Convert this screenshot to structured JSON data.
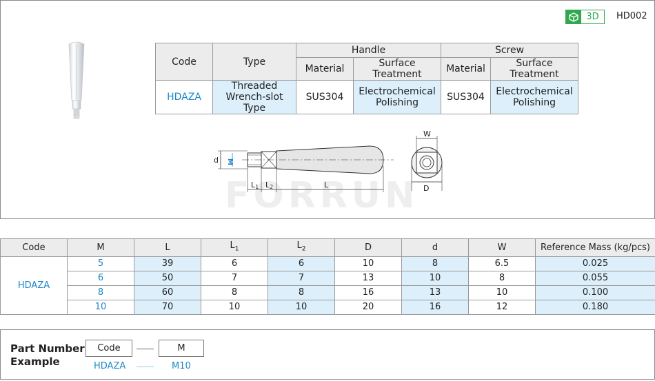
{
  "header": {
    "badge_label": "3D",
    "badge_icon": "cube-icon",
    "product_code": "HD002"
  },
  "spec_table": {
    "col_code": "Code",
    "col_type": "Type",
    "group_handle": "Handle",
    "group_screw": "Screw",
    "col_material": "Material",
    "col_surface": "Surface Treatment",
    "row": {
      "code": "HDAZA",
      "type_line1": "Threaded",
      "type_line2": "Wrench-slot Type",
      "handle_material": "SUS304",
      "handle_surface_line1": "Electrochemical",
      "handle_surface_line2": "Polishing",
      "screw_material": "SUS304",
      "screw_surface_line1": "Electrochemical",
      "screw_surface_line2": "Polishing"
    }
  },
  "drawing": {
    "label_d": "d",
    "label_M": "M",
    "label_L1": "L",
    "label_L1_sub": "1",
    "label_L2": "L",
    "label_L2_sub": "2",
    "label_L": "L",
    "label_W": "W",
    "label_D": "D",
    "watermark": "FORRUN"
  },
  "dim_table": {
    "headers": [
      "Code",
      "M",
      "L",
      "L",
      "L",
      "D",
      "d",
      "W",
      "Reference Mass (kg/pcs)"
    ],
    "header_subs": [
      "",
      "",
      "",
      "1",
      "2",
      "",
      "",
      "",
      ""
    ],
    "code": "HDAZA",
    "rows": [
      [
        "5",
        "39",
        "6",
        "6",
        "10",
        "8",
        "6.5",
        "0.025"
      ],
      [
        "6",
        "50",
        "7",
        "7",
        "13",
        "10",
        "8",
        "0.055"
      ],
      [
        "8",
        "60",
        "8",
        "8",
        "16",
        "13",
        "10",
        "0.100"
      ],
      [
        "10",
        "70",
        "10",
        "10",
        "20",
        "16",
        "12",
        "0.180"
      ]
    ]
  },
  "part_number": {
    "title_line1": "Part Number",
    "title_line2": "Example",
    "box1": "Code",
    "box2": "M",
    "example1": "HDAZA",
    "example2": "M10"
  },
  "colors": {
    "accent_blue": "#1e88c8",
    "highlight": "#dceffa",
    "header_gray": "#ececec",
    "green": "#2fa84f"
  }
}
